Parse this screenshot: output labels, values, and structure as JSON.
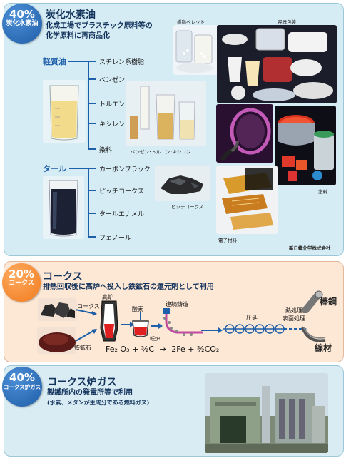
{
  "section1": {
    "percent": "40%",
    "percent_label": "炭化水素油",
    "title": "炭化水素油",
    "subtitle_lines": [
      "化成工場でプラスチック原料等の",
      "化学原料に再商品化"
    ],
    "light_oil": {
      "label": "軽質油",
      "items": [
        "スチレン系樹脂",
        "ベンゼン",
        "トルエン",
        "キシレン",
        "染料"
      ]
    },
    "tar": {
      "label": "タール",
      "items": [
        "カーボンブラック",
        "ピッチコークス",
        "タールエナメル",
        "フェノール"
      ]
    },
    "captions": {
      "resin_pellet": "樹脂ペレット",
      "packaging": "容器包装",
      "btx": "ベンゼン･トルエン･キシレン",
      "tennis": "テニスラケット",
      "paint": "塗料",
      "pitch_coke": "ピッチコークス",
      "electronics": "電子材料",
      "company": "新日鐵化学株式会社"
    }
  },
  "section2": {
    "percent": "20%",
    "percent_label": "コークス",
    "title": "コークス",
    "subtitle": "排熱回収後に高炉へ投入し鉄鉱石の還元剤として利用",
    "labels": {
      "coke": "コークス",
      "blast_furnace": "高炉",
      "iron_ore": "鉄鉱石",
      "oxygen": "酸素",
      "converter": "転炉",
      "continuous_casting": "連続鋳造",
      "rolling": "圧延",
      "heat_treatment_1": "熱処理",
      "heat_treatment_2": "表面処理",
      "bar_steel": "棒鋼",
      "wire_rod": "線材"
    },
    "equation": {
      "lhs": "Fe₂ O₃ + ³⁄₂C",
      "arrow": "→",
      "rhs": "2Fe + ³⁄₂CO₂"
    }
  },
  "section3": {
    "percent": "40%",
    "percent_label": "コークス炉ガス",
    "title": "コークス炉ガス",
    "subtitle": "製鐵所内の発電所等で利用",
    "note": "(水素、メタンが主成分である燃料ガス)"
  },
  "colors": {
    "panel_blue": "#d6ecf4",
    "panel_orange": "#fde7d5",
    "navy_title": "#13335c",
    "accent_blue": "#1d5fa8",
    "badge_blue": "#1f5da8",
    "badge_orange": "#f07a1d"
  }
}
